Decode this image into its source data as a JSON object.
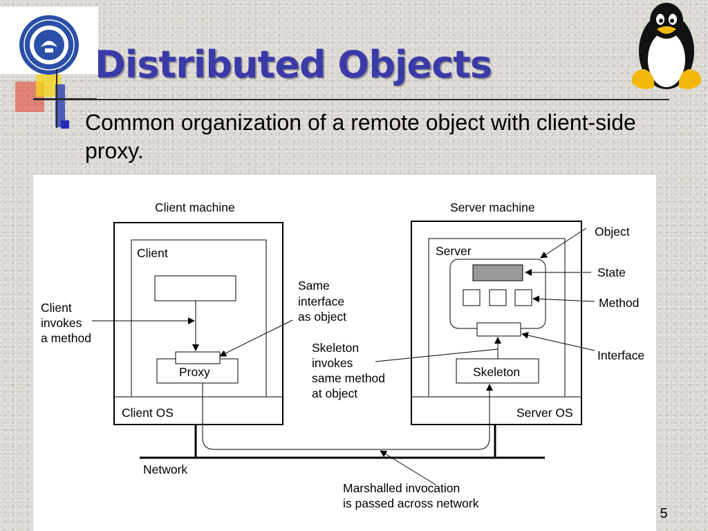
{
  "slide": {
    "title": "Distributed Objects",
    "bullet": "Common organization of a remote object with client-side proxy.",
    "page_number": "5"
  },
  "diagram": {
    "client_machine": "Client machine",
    "server_machine": "Server machine",
    "client": "Client",
    "server": "Server",
    "proxy": "Proxy",
    "skeleton": "Skeleton",
    "client_os": "Client OS",
    "server_os": "Server OS",
    "network": "Network",
    "object": "Object",
    "state": "State",
    "method": "Method",
    "interface": "Interface",
    "client_invokes": [
      "Client",
      "invokes",
      "a method"
    ],
    "same_interface": [
      "Same",
      "interface",
      "as object"
    ],
    "skeleton_invokes": [
      "Skeleton",
      "invokes",
      "same method",
      "at object"
    ],
    "marshalled": [
      "Marshalled invocation",
      "is passed across network"
    ]
  },
  "colors": {
    "title": "#3a3aa8",
    "bullet": "#2a2ab8",
    "state_fill": "#999999",
    "deco_red": "#e23b2a",
    "deco_yellow": "#f3d51e",
    "deco_blue": "#3346b8"
  },
  "icons": [
    "university-logo",
    "tux-penguin"
  ]
}
